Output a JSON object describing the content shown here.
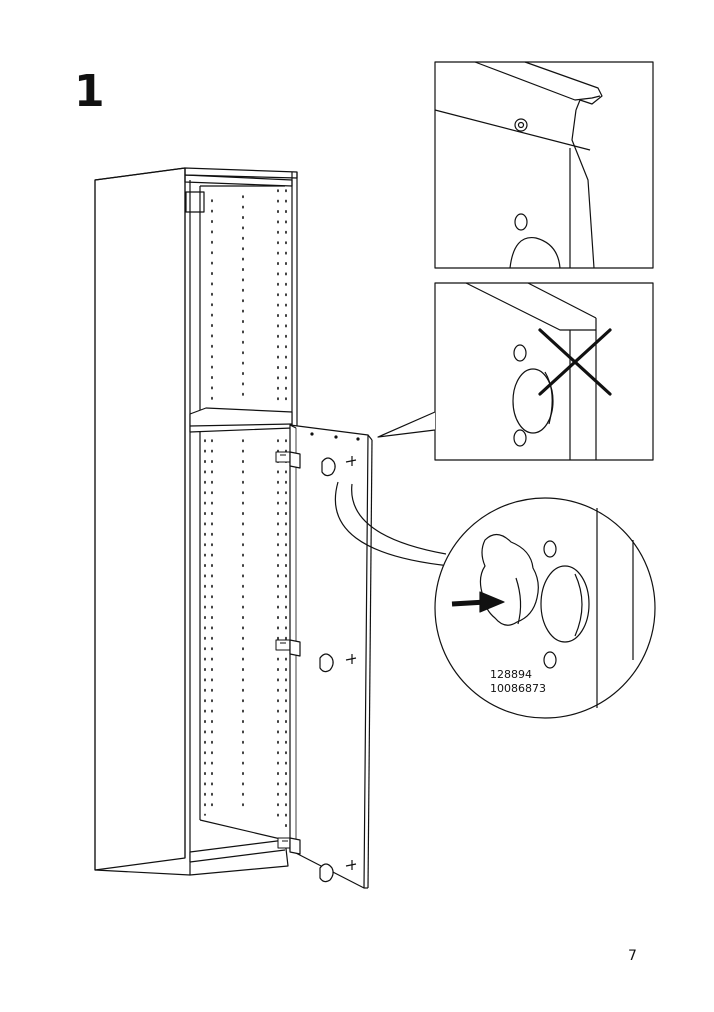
{
  "step": {
    "number": "1"
  },
  "page": {
    "number": "7"
  },
  "parts": {
    "code_1": "128894",
    "code_2": "10086873"
  },
  "icons": {
    "wrong_mark": "cross-icon",
    "direction": "arrow-right-icon"
  },
  "colors": {
    "line": "#111111",
    "paper": "#ffffff"
  }
}
